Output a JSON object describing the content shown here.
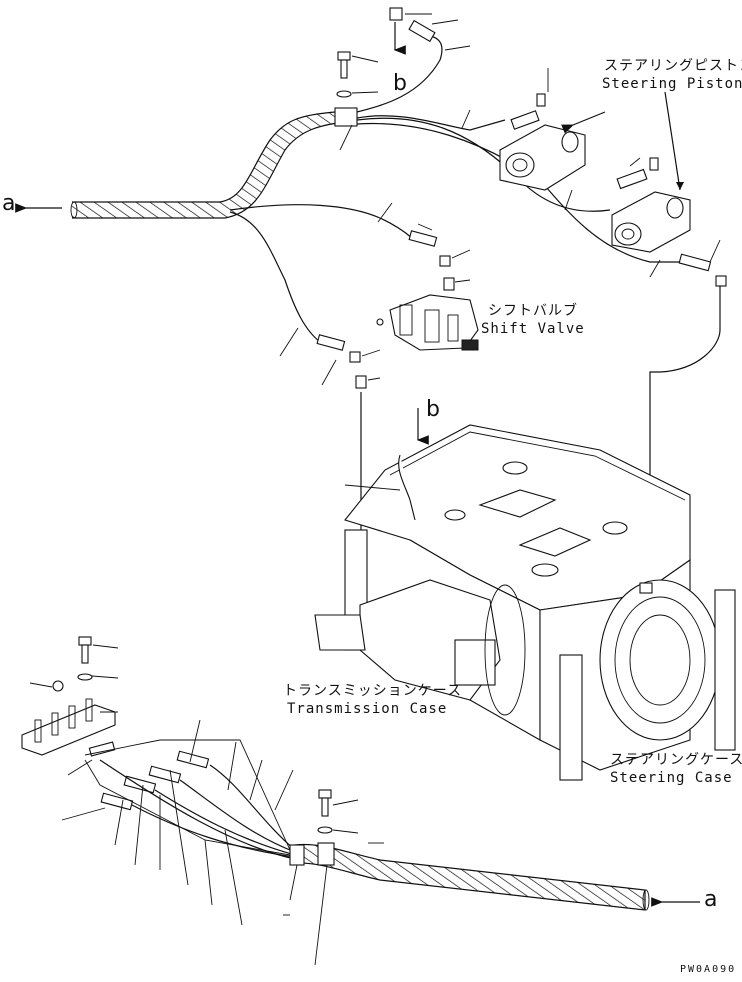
{
  "labels": {
    "steering_piston_jp": "ステアリングピストン",
    "steering_piston_en": "Steering Piston",
    "shift_valve_jp": "シフトバルブ",
    "shift_valve_en": "Shift Valve",
    "transmission_case_jp": "トランスミッションケース",
    "transmission_case_en": "Transmission Case",
    "steering_case_jp": "ステアリングケース",
    "steering_case_en": "Steering Case",
    "ref_a_left": "a",
    "ref_a_right": "a",
    "ref_b_top": "b",
    "ref_b_mid": "b",
    "drawing_code": "PW0A090"
  }
}
